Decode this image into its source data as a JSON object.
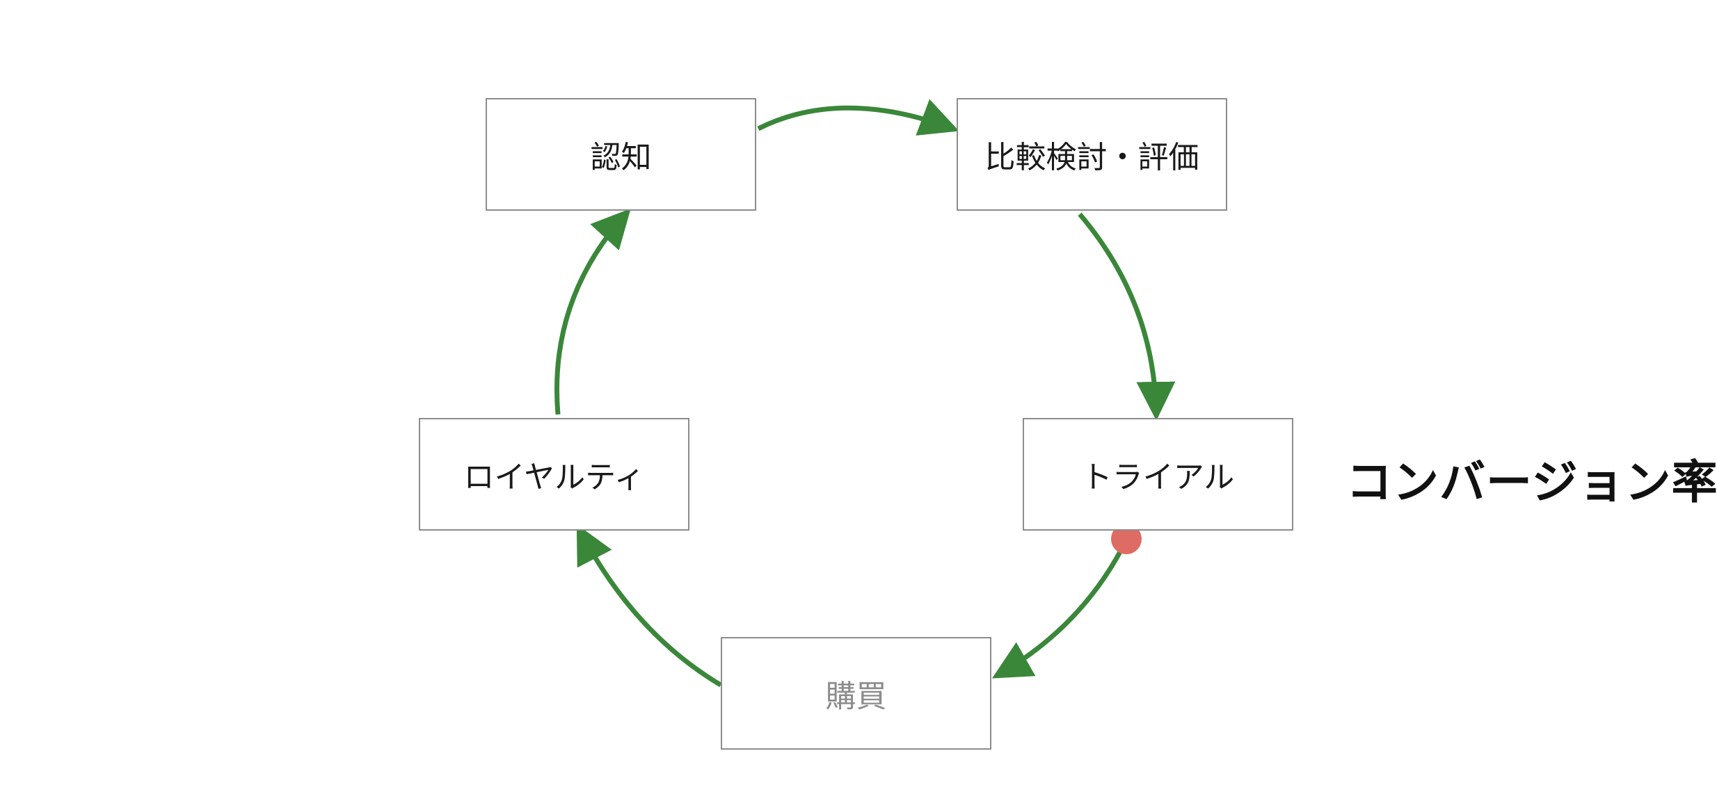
{
  "diagram": {
    "stages": {
      "awareness": "認知",
      "evaluation": "比較検討・評価",
      "trial": "トライアル",
      "purchase": "購買",
      "loyalty": "ロイヤルティ"
    },
    "side_label": "コンバージョン率",
    "colors": {
      "arrow": "#3a873a",
      "box_border": "#8c8c8c",
      "marker": "#de6b64",
      "muted_text": "#8c8c8c"
    }
  }
}
